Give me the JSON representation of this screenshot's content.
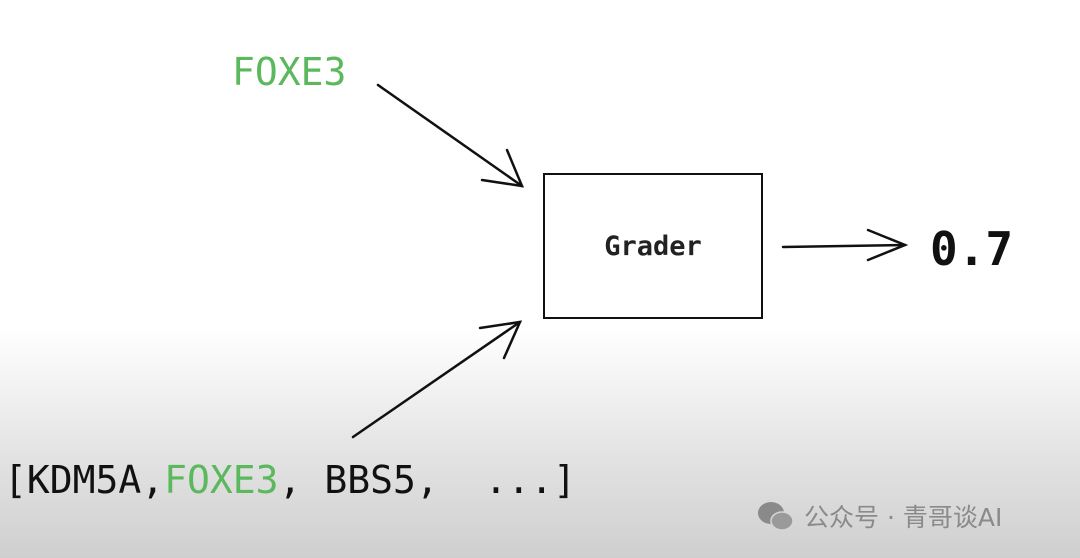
{
  "input_gene": "FOXE3",
  "grader_label": "Grader",
  "score": "0.7",
  "gene_list": {
    "open": "[",
    "items": [
      "KDM5A",
      ",",
      "FOXE3",
      ", BBS5,  ...",
      "]"
    ]
  },
  "watermark": "公众号 · 青哥谈AI",
  "colors": {
    "highlight": "#5cb85c",
    "ink": "#111111"
  }
}
